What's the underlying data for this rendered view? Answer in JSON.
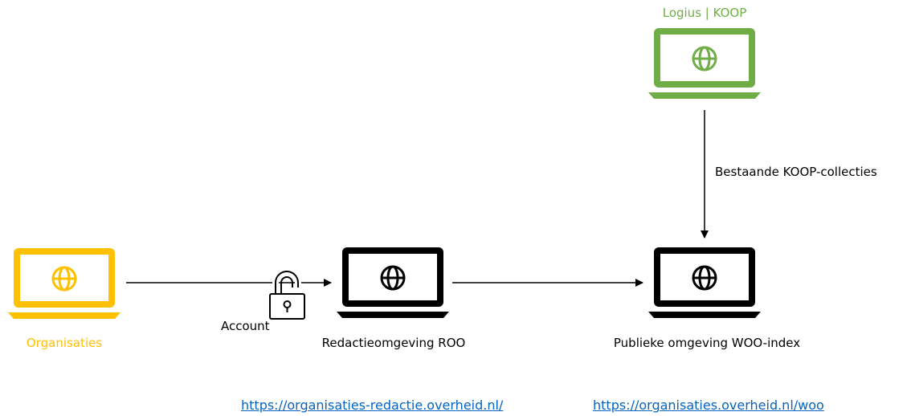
{
  "colors": {
    "organisaties": "#FFC000",
    "logius": "#70AD47",
    "neutral": "#000000",
    "link": "#0563C1"
  },
  "nodes": {
    "logius": {
      "label": "Logius | KOOP",
      "icon": "laptop-globe-icon"
    },
    "organisaties": {
      "label": "Organisaties",
      "icon": "laptop-globe-icon"
    },
    "redactie": {
      "label": "Redactieomgeving ROO",
      "icon": "laptop-globe-icon"
    },
    "publiek": {
      "label": "Publieke omgeving WOO-index",
      "icon": "laptop-globe-icon"
    }
  },
  "edges": {
    "account": {
      "label": "Account",
      "icon": "padlock-icon"
    },
    "koop": {
      "label": "Bestaande KOOP-collecties"
    }
  },
  "links": {
    "redactie": "https://organisaties-redactie.overheid.nl/",
    "publiek": "https://organisaties.overheid.nl/woo"
  }
}
